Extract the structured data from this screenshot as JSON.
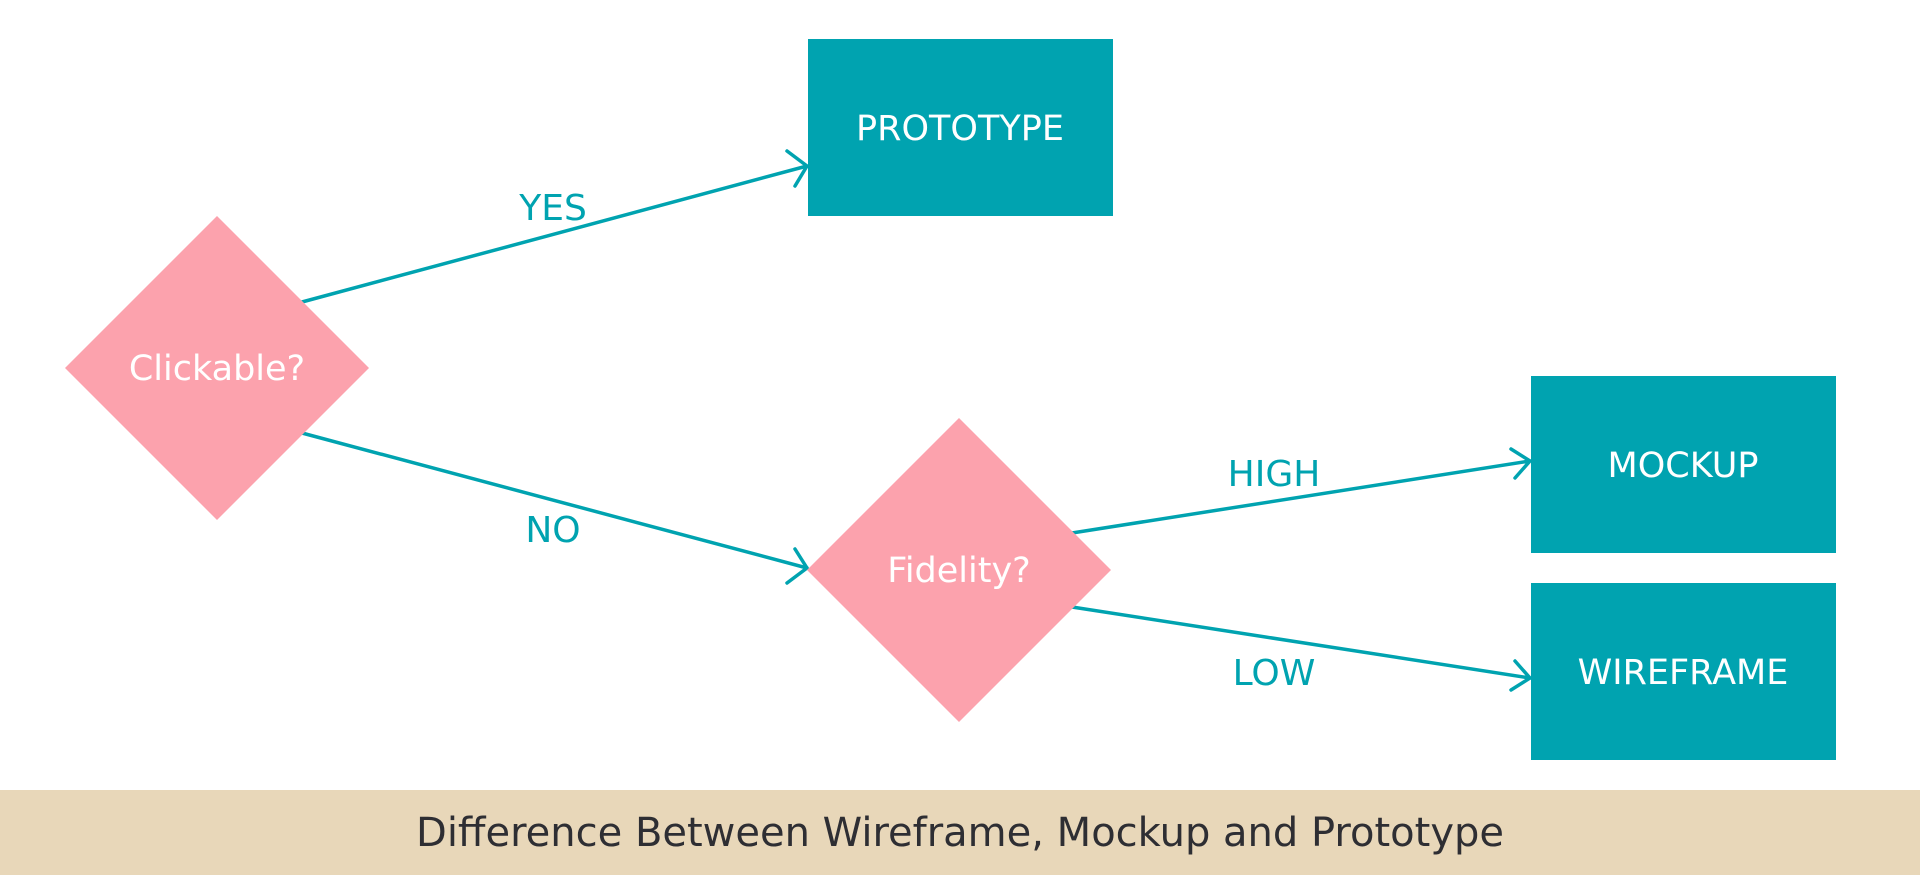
{
  "colors": {
    "decision_fill": "#fca2ad",
    "outcome_fill": "#00a3b0",
    "edge": "#00a3b0",
    "caption_bg": "#e8d7b9",
    "caption_text": "#2e2e33"
  },
  "nodes": {
    "clickable": {
      "label": "Clickable?",
      "shape": "diamond"
    },
    "fidelity": {
      "label": "Fidelity?",
      "shape": "diamond"
    },
    "prototype": {
      "label": "PROTOTYPE",
      "shape": "rectangle"
    },
    "mockup": {
      "label": "MOCKUP",
      "shape": "rectangle"
    },
    "wireframe": {
      "label": "WIREFRAME",
      "shape": "rectangle"
    }
  },
  "edges": {
    "clickable_yes": {
      "from": "clickable",
      "to": "prototype",
      "label": "YES"
    },
    "clickable_no": {
      "from": "clickable",
      "to": "fidelity",
      "label": "NO"
    },
    "fidelity_high": {
      "from": "fidelity",
      "to": "mockup",
      "label": "HIGH"
    },
    "fidelity_low": {
      "from": "fidelity",
      "to": "wireframe",
      "label": "LOW"
    }
  },
  "caption": "Difference Between Wireframe, Mockup and Prototype"
}
